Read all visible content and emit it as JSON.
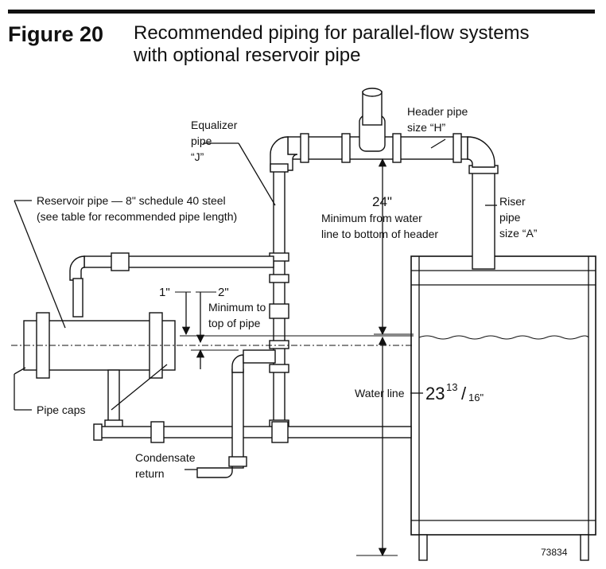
{
  "figure": {
    "number": "Figure 20",
    "title_line1": "Recommended piping for parallel-flow systems",
    "title_line2": "with optional reservoir pipe"
  },
  "labels": {
    "equalizer": [
      "Equalizer",
      "pipe",
      "“J”"
    ],
    "header": [
      "Header pipe",
      "size “H”"
    ],
    "riser": [
      "Riser",
      "pipe",
      "size “A”"
    ],
    "reservoir": [
      "Reservoir pipe — 8\" schedule 40 steel",
      "(see table for recommended pipe length)"
    ],
    "min_header": [
      "24\"",
      "Minimum from water",
      "line to bottom of header"
    ],
    "one_inch": "1\"",
    "two_inch": "2\"",
    "min_top": [
      "Minimum to",
      "top of pipe"
    ],
    "water_line": "Water line",
    "water_value_whole": "23",
    "water_value_num": "13",
    "water_value_den": "16\"",
    "pipe_caps": "Pipe caps",
    "condensate": [
      "Condensate",
      "return"
    ],
    "code": "73834"
  }
}
